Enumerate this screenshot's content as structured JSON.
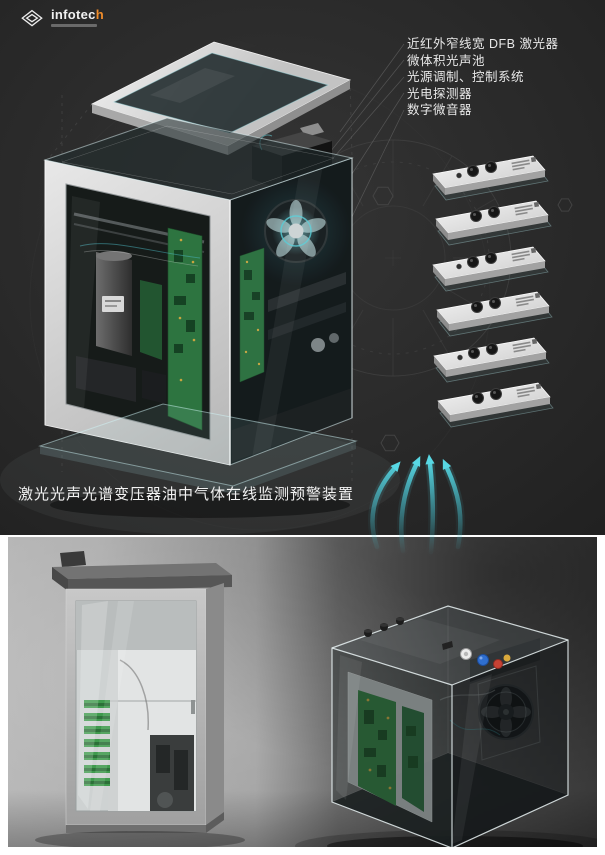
{
  "brand": {
    "name_main": "infotec",
    "name_accent": "h"
  },
  "callouts": [
    "近红外窄线宽 DFB 激光器",
    "微体积光声池",
    "光源调制、控制系统",
    "光电探测器",
    "数字微音器"
  ],
  "caption": "激光光声光谱变压器油中气体在线监测预警装置",
  "module_stack": {
    "panel_count": 6
  },
  "colors": {
    "top_background": "#282828",
    "accent_cyan": "#58d8e4",
    "pcb_green": "#2e7a3d",
    "logo_accent": "#f08c2a",
    "bottom_left_bg": "#a9a9a9",
    "bottom_right_bg": "#3f3f3f"
  }
}
